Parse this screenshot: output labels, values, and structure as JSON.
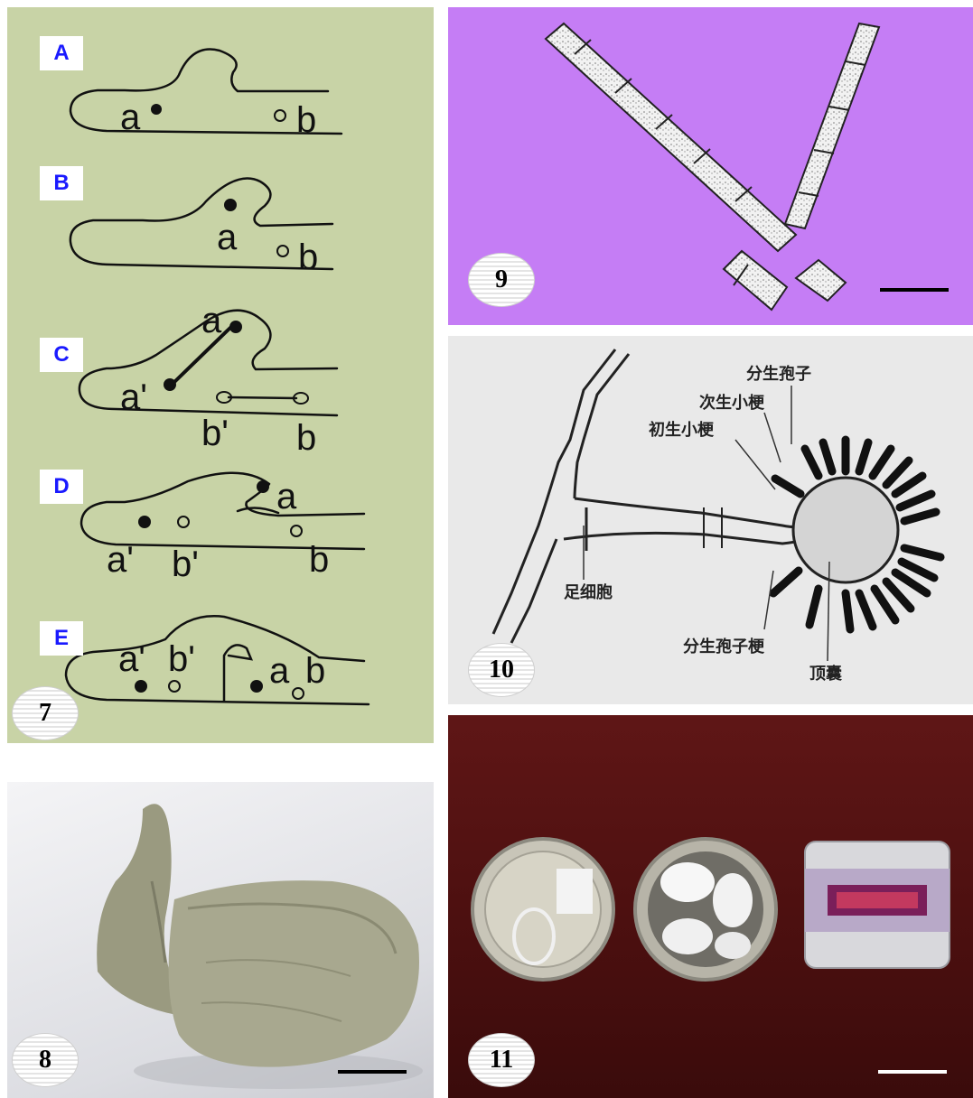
{
  "panels": {
    "p7": {
      "number": "7",
      "background": "#c8d3a6",
      "steps": [
        {
          "label": "A",
          "nucleus_a": "a",
          "nucleus_b": "b"
        },
        {
          "label": "B",
          "nucleus_a": "a",
          "nucleus_b": "b"
        },
        {
          "label": "C",
          "nucleus_a": "a",
          "nucleus_a2": "a'",
          "nucleus_b": "b",
          "nucleus_b2": "b'"
        },
        {
          "label": "D",
          "nucleus_a": "a",
          "nucleus_a2": "a'",
          "nucleus_b": "b",
          "nucleus_b2": "b'"
        },
        {
          "label": "E",
          "nucleus_a": "a",
          "nucleus_a2": "a'",
          "nucleus_b": "b",
          "nucleus_b2": "b'"
        }
      ]
    },
    "p8": {
      "number": "8",
      "subject": "oyster-mushroom-photo"
    },
    "p9": {
      "number": "9",
      "background": "#c57df5",
      "subject": "segmented-hyphae-arthrospores"
    },
    "p10": {
      "number": "10",
      "background": "#e9e9e9",
      "labels": {
        "conidia": "分生孢子",
        "secondary_phialide": "次生小梗",
        "primary_phialide": "初生小梗",
        "foot_cell": "足细胞",
        "conidiophore": "分生孢子梗",
        "vesicle": "顶囊"
      }
    },
    "p11": {
      "number": "11",
      "background": "#5a1212",
      "subject": "canned-mushroom-photo"
    }
  },
  "colors": {
    "label_blue": "#1a1aff",
    "panel7": "#c8d3a6",
    "panel9": "#c57df5",
    "panel11": "#5a1212"
  }
}
